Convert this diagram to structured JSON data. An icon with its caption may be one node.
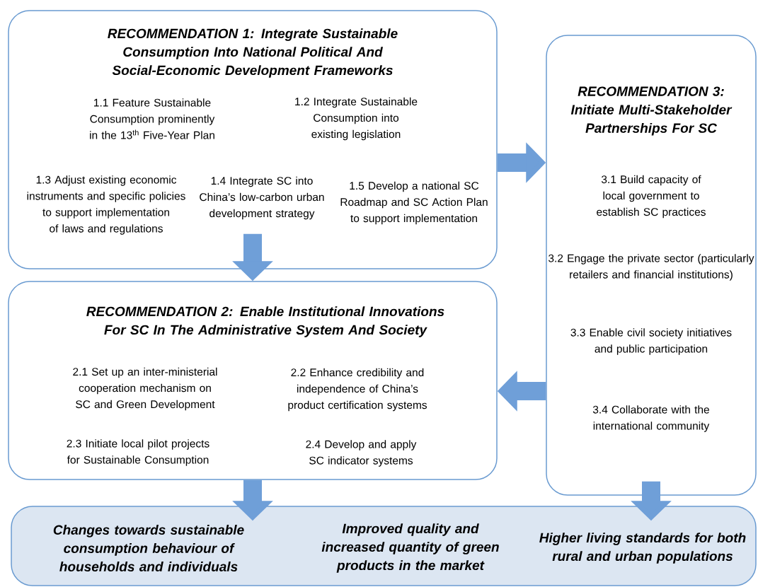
{
  "diagram": {
    "nodes": [
      {
        "text": [
          "RECOMMENDATION 1: Integrate Sustainable Consumption Into National Political And Social-Economic Development Frameworks",
          "1.1 Feature Sustainable Consumption prominently in the 13$^{th}$ Five-Year Plan",
          "1.2 Integrate Sustainable Consumption into existing legislation",
          "1.3 Adjust existing economic instruments and specific policies to support implementation of laws and regulations",
          "1.4 Integrate SC into China’s low-carbon urban development strategy",
          "1.5 Develop a national SC Roadmap and SC Action Plan to support implementation"
        ]
      },
      {
        "text": [
          "RECOMMENDATION 3: Initiate Multi-Stakeholder Partnerships For SC",
          "3.1 Build capacity of local government to establish SC practices",
          "3.2 Engage the private sector (particularly retailers and financial institutions)",
          "3.3 Enable civil society initiatives and public participation",
          "3.4 Collaborate with the international community"
        ]
      },
      {
        "text": [
          "RECOMMENDATION 2: Enable Institutional Innovations For SC In The Administrative System And Society",
          "2.1 Set up an inter-ministerial cooperation mechanism on SC and Green Development",
          "2.2 Enhance credibility and independence of China’s product certification systems",
          "2.3 Initiate local pilot projects for Sustainable Consumption",
          "2.4 Develop and apply SC indicator systems"
        ]
      },
      {
        "text": [
          "Changes towards sustainable consumption behaviour of households and individuals",
          "Improved quality and increased quantity of green products in the market",
          "Higher living standards for both rural and urban populations"
        ]
      }
    ],
    "edges": [
      {
        "from": 0,
        "to": 1,
        "arrow": "to"
      },
      {
        "from": 0,
        "to": 2,
        "arrow": "to"
      },
      {
        "from": 1,
        "to": 2,
        "arrow": "to"
      },
      {
        "from": 2,
        "to": 3,
        "arrow": "to"
      },
      {
        "from": 1,
        "to": 3,
        "arrow": "to"
      }
    ]
  }
}
